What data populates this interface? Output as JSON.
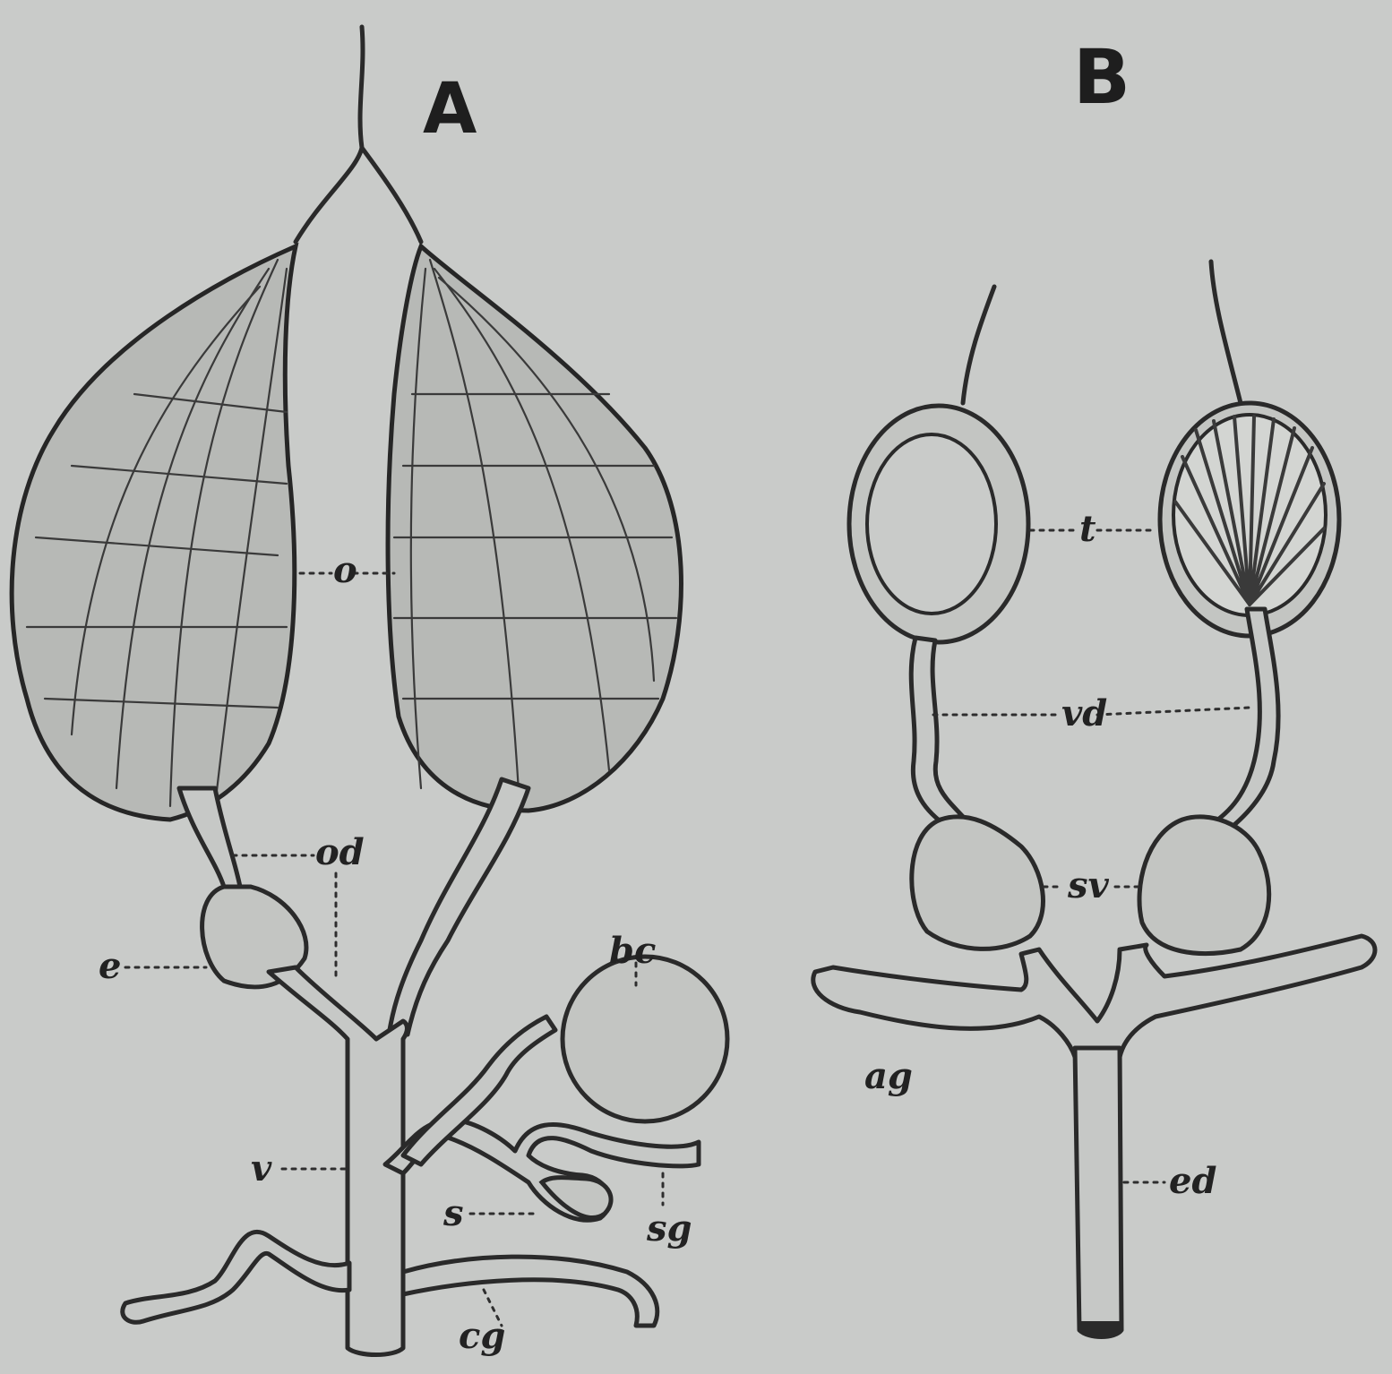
{
  "panels": {
    "a": {
      "letter": "A"
    },
    "b": {
      "letter": "B"
    }
  },
  "labels_a": {
    "o": "o",
    "od": "od",
    "e": "e",
    "bc": "bc",
    "v": "v",
    "s": "s",
    "sg": "sg",
    "cg": "cg"
  },
  "labels_b": {
    "t": "t",
    "vd": "vd",
    "sv": "sv",
    "ag": "ag",
    "ed": "ed"
  }
}
